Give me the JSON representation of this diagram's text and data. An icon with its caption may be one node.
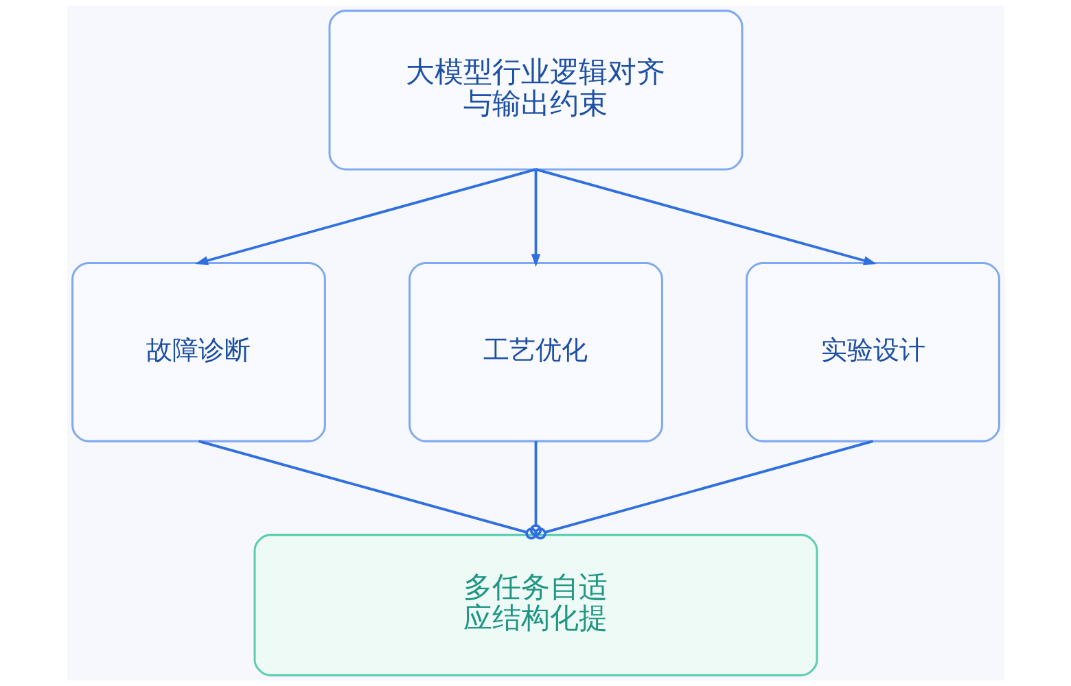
{
  "diagram": {
    "nodes": [
      {
        "text": [
          "大模型行业逻辑对齐与输出约束"
        ]
      },
      {
        "text": [
          "故障诊断"
        ]
      },
      {
        "text": [
          "工艺优化"
        ]
      },
      {
        "text": [
          "实验设计"
        ]
      },
      {
        "text": [
          "多任务自适应结构化提"
        ]
      }
    ],
    "edges": [
      {
        "from": 0,
        "to": 1,
        "arrow": "to"
      },
      {
        "from": 0,
        "to": 2,
        "arrow": "to"
      },
      {
        "from": 0,
        "to": 3,
        "arrow": "to"
      },
      {
        "from": 1,
        "to": 4,
        "arrow": "other"
      },
      {
        "from": 2,
        "to": 4,
        "arrow": "other"
      },
      {
        "from": 3,
        "to": 4,
        "arrow": "other"
      }
    ]
  }
}
